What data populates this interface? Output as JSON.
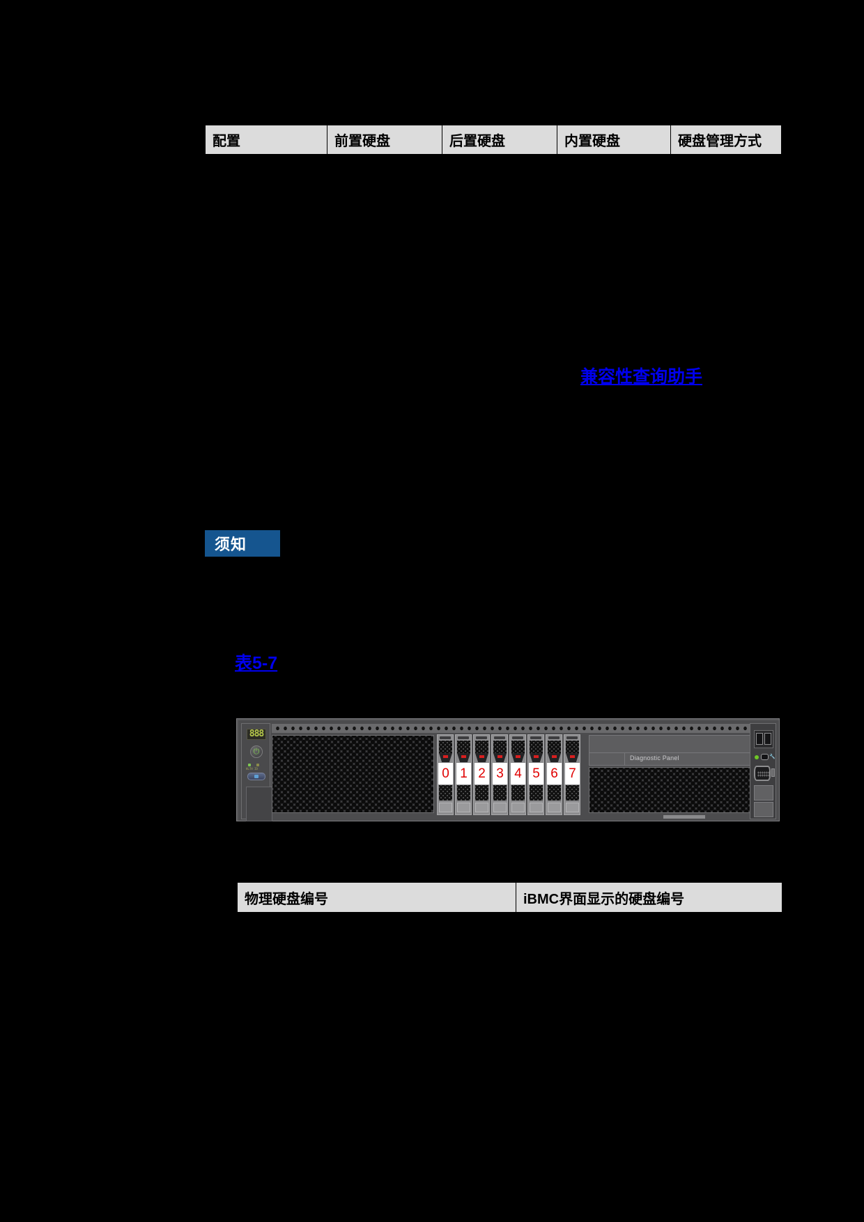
{
  "config_table": {
    "headers": [
      "配置",
      "前置硬盘",
      "后置硬盘",
      "内置硬盘",
      "硬盘管理方式"
    ]
  },
  "compat_link": {
    "label": "兼容性查询助手"
  },
  "notice": {
    "label": "须知"
  },
  "table_reference": {
    "label": "表5-7"
  },
  "server_figure": {
    "lcd_text": "888",
    "power_icon": "⏻",
    "power_icon_name": "power-button-icon",
    "health_led_label": "HLTH  ID",
    "id_button_name": "uid-button",
    "diagnostic_panel_label": "Diagnostic Panel",
    "drive_labels": [
      "0",
      "1",
      "2",
      "3",
      "4",
      "5",
      "6",
      "7"
    ],
    "drive_number_color": "#e00000",
    "io_ports": [
      "usb-port",
      "usb-port",
      "type-c-port",
      "vga-port"
    ],
    "status_led_color": "#6ec726"
  },
  "disk_map_table": {
    "headers": [
      "物理硬盘编号",
      "iBMC界面显示的硬盘编号"
    ]
  },
  "colors": {
    "page_background": "#000000",
    "table_header_fill": "#dcdcdc",
    "link_blue": "#0000ee",
    "notice_badge": "#15558f"
  }
}
